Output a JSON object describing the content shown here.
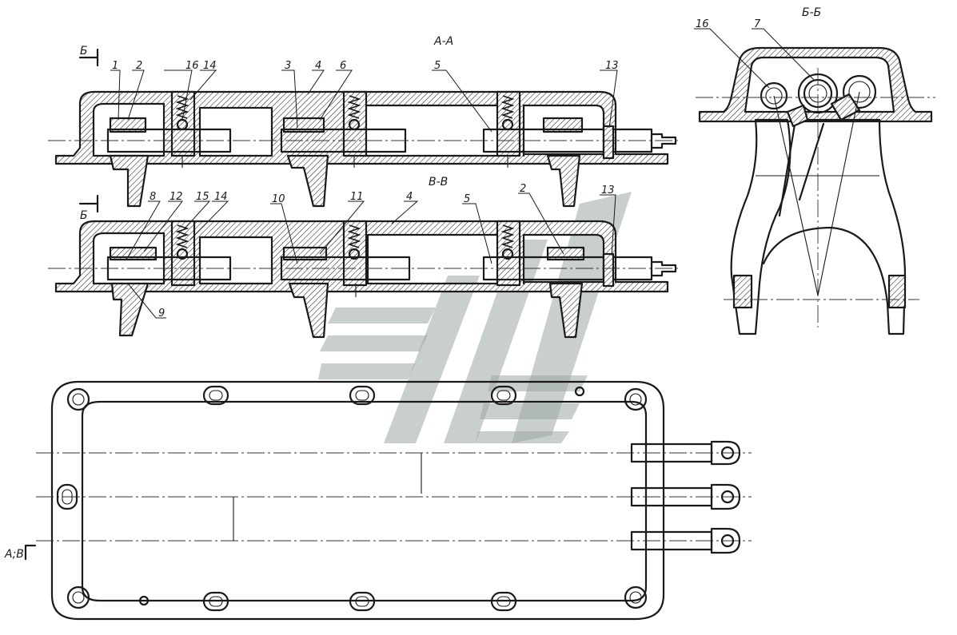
{
  "sections": {
    "aa": "А-А",
    "vv": "В-В",
    "bb": "Б-Б",
    "cut_b_top": "Б",
    "cut_b_mid": "Б",
    "cut_av": "А;В"
  },
  "callouts_aa": [
    "1",
    "2",
    "16",
    "14",
    "3",
    "4",
    "6",
    "5",
    "13"
  ],
  "callouts_vv": [
    "8",
    "12",
    "15",
    "14",
    "10",
    "11",
    "4",
    "5",
    "2",
    "13",
    "9"
  ],
  "callouts_bb": [
    "16",
    "7"
  ]
}
